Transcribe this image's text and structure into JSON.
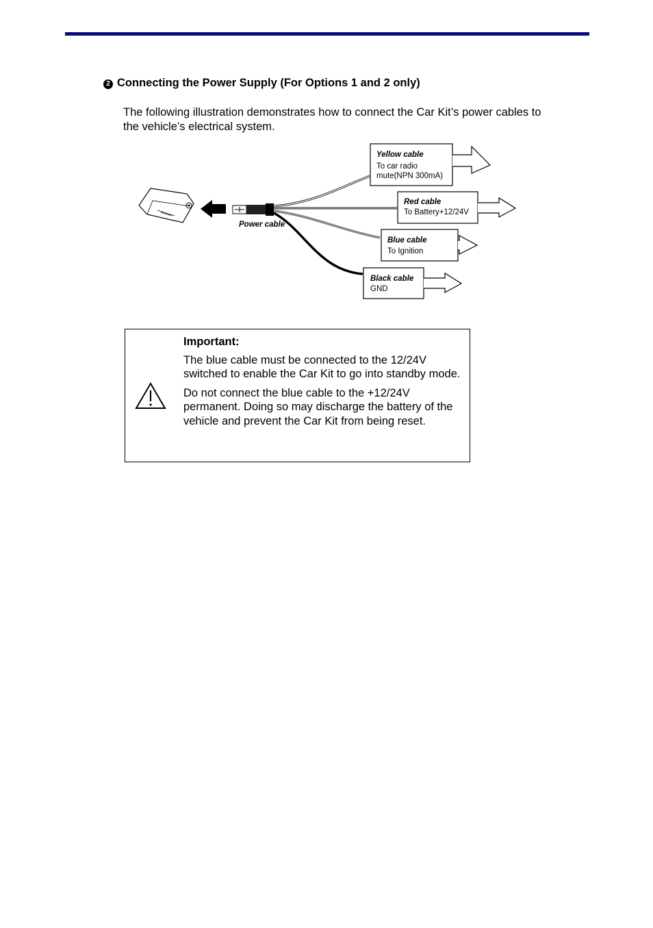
{
  "section": {
    "bullet": "2",
    "heading": "Connecting the Power Supply (For Options 1 and 2 only)",
    "intro": "The following illustration demonstrates how to connect the Car Kit’s power cables to the vehicle’s electrical system."
  },
  "diagram": {
    "power_cable_label": "Power cable",
    "cables": [
      {
        "title": "Yellow cable",
        "line1": "To car radio",
        "line2": "mute(NPN 300mA)"
      },
      {
        "title": "Red cable",
        "line1": "To Battery+12/24V"
      },
      {
        "title": "Blue cable",
        "line1": "To Ignition"
      },
      {
        "title": "Black cable",
        "line1": "GND"
      }
    ]
  },
  "note": {
    "icon": "warning-triangle-icon",
    "title": "Important:",
    "paragraphs": [
      "The blue cable must be connected to the 12/24V switched to enable the Car Kit to go into standby mode.",
      "Do not connect the blue cable to the +12/24V permanent. Doing so may discharge the battery of the vehicle and prevent the Car Kit from being reset."
    ]
  }
}
